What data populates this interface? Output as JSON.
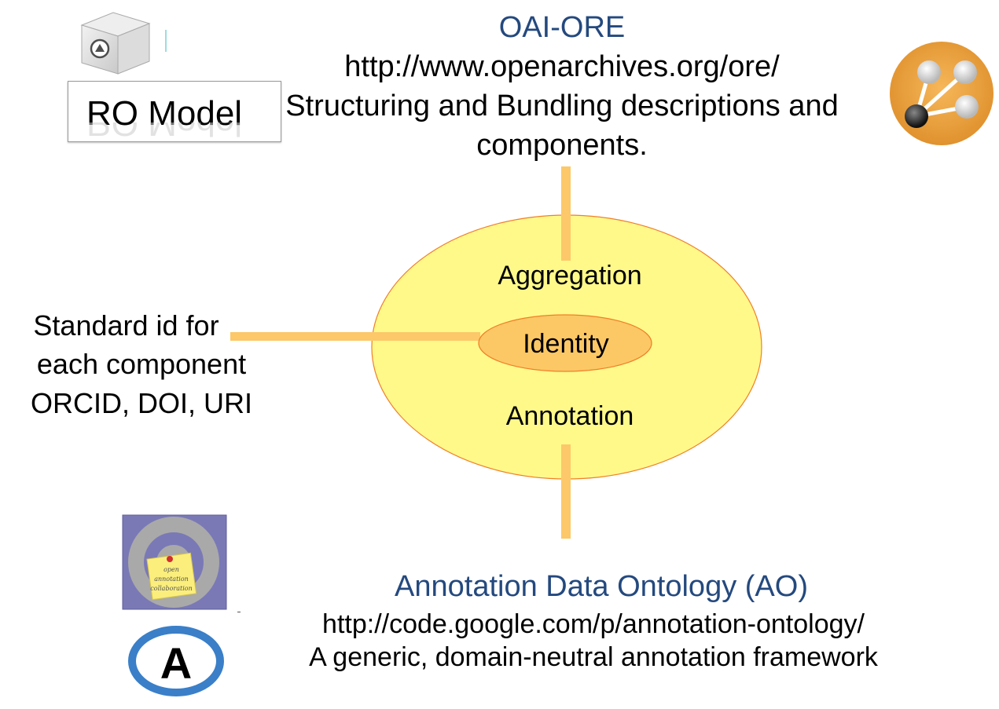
{
  "top": {
    "title": "OAI-ORE",
    "url": "http://www.openarchives.org/ore/",
    "description_line1": "Structuring and Bundling descriptions and",
    "description_line2": "components."
  },
  "ro_model": {
    "label": "RO Model"
  },
  "left": {
    "line1": "Standard id for",
    "line2": "each component",
    "line3": "ORCID, DOI, URI"
  },
  "diagram": {
    "outer_label_top": "Aggregation",
    "inner_label": "Identity",
    "outer_label_bottom": "Annotation"
  },
  "bottom": {
    "title": "Annotation Data Ontology (AO)",
    "url": "http://code.google.com/p/annotation-ontology/",
    "description": "A generic, domain-neutral annotation framework"
  },
  "logos": {
    "annotation_note_lines": [
      "open",
      "annotation",
      "collaboration"
    ],
    "ao_letter": "A"
  },
  "colors": {
    "title_blue": "#24497e",
    "outer_ellipse_fill": "#fff98a",
    "outer_ellipse_stroke": "#f07f28",
    "inner_ellipse_fill": "#fcc865",
    "connector": "#fcc86a"
  }
}
